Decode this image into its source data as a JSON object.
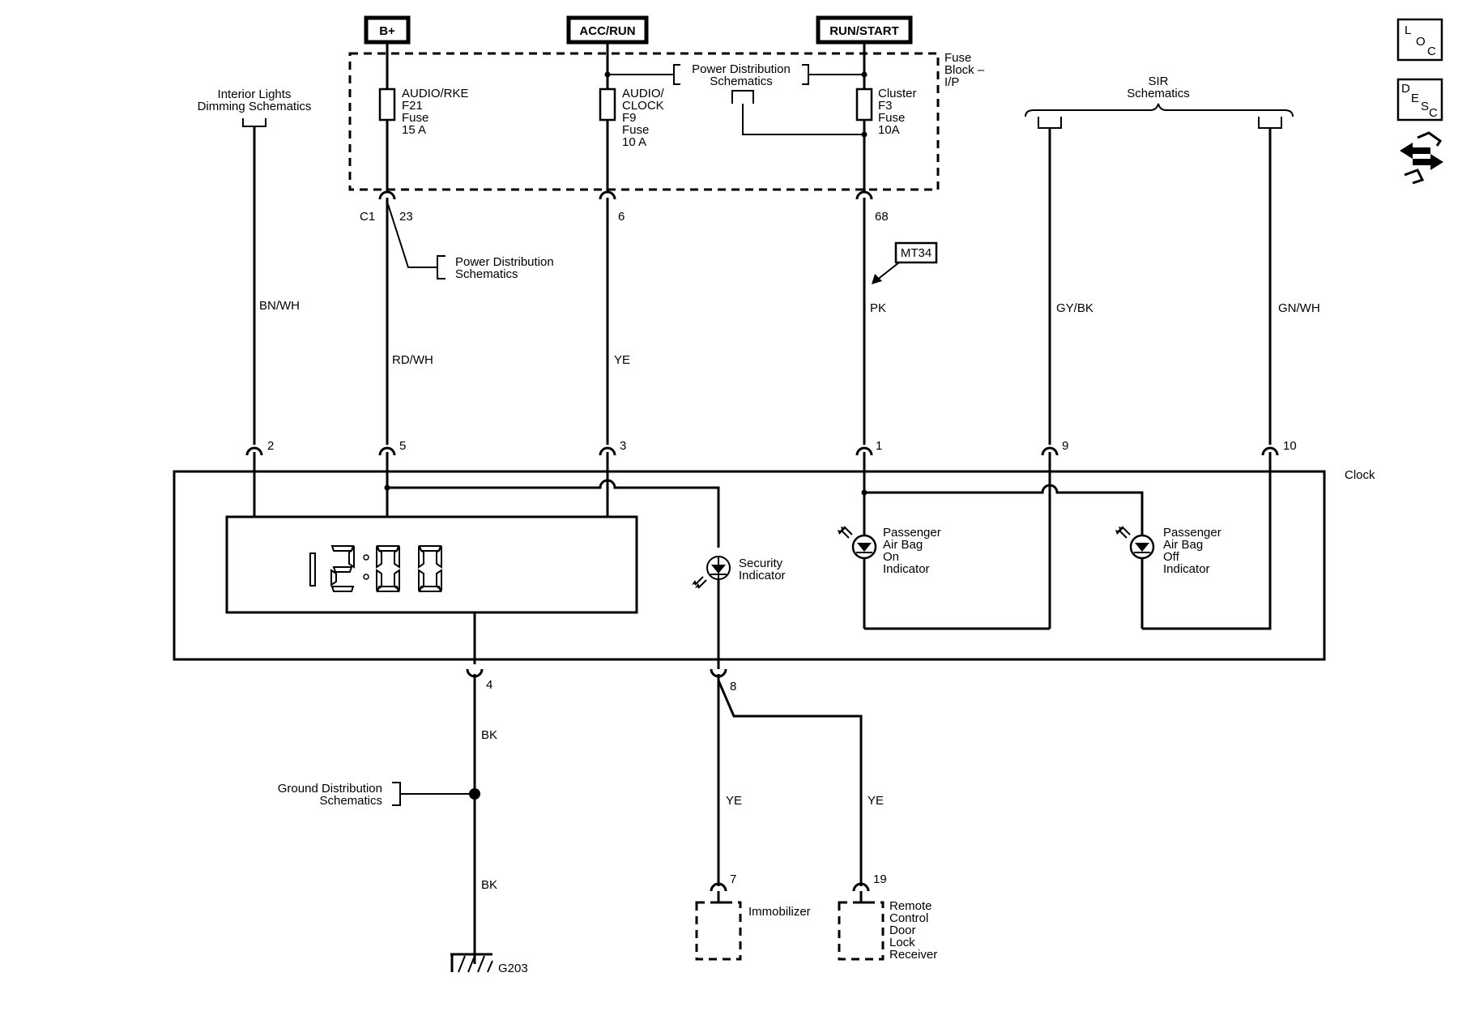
{
  "power_sources": {
    "bplus": "B+",
    "accrun": "ACC/RUN",
    "runstart": "RUN/START"
  },
  "fuse_block": {
    "line1": "Fuse",
    "line2": "Block –",
    "line3": "I/P"
  },
  "fuses": {
    "f21": [
      "AUDIO/RKE",
      "F21",
      "Fuse",
      "15 A"
    ],
    "f9": [
      "AUDIO/",
      "CLOCK",
      "F9",
      "Fuse",
      "10 A"
    ],
    "f3": [
      "Cluster",
      "F3",
      "Fuse",
      "10A"
    ]
  },
  "refs": {
    "pds_top": [
      "Power Distribution",
      "Schematics"
    ],
    "pds_mid": [
      "Power Distribution",
      "Schematics"
    ],
    "interior": [
      "Interior Lights",
      "Dimming Schematics"
    ],
    "sir": [
      "SIR",
      "Schematics"
    ],
    "ground": [
      "Ground Distribution",
      "Schematics"
    ]
  },
  "connector": {
    "c1": "C1"
  },
  "pins": {
    "p23": "23",
    "p6": "6",
    "p68": "68",
    "p2": "2",
    "p5": "5",
    "p3": "3",
    "p1": "1",
    "p9": "9",
    "p10": "10",
    "p4": "4",
    "p8": "8",
    "p7": "7",
    "p19": "19"
  },
  "wires": {
    "bnwh": "BN/WH",
    "rdwh": "RD/WH",
    "ye_top": "YE",
    "pk": "PK",
    "gybk": "GY/BK",
    "gnwh": "GN/WH",
    "bk1": "BK",
    "bk2": "BK",
    "ye_imm": "YE",
    "ye_rcdlr": "YE"
  },
  "mt34": "MT34",
  "clock_label": "Clock",
  "display_segments": "12:00",
  "security": [
    "Security",
    "Indicator"
  ],
  "air_on": [
    "Passenger",
    "Air Bag",
    "On",
    "Indicator"
  ],
  "air_off": [
    "Passenger",
    "Air Bag",
    "Off",
    "Indicator"
  ],
  "ground_label": "G203",
  "immobilizer": "Immobilizer",
  "rcdlr": [
    "Remote",
    "Control",
    "Door",
    "Lock",
    "Receiver"
  ],
  "side_icons": {
    "loc": {
      "letters": [
        "L",
        "O",
        "C"
      ],
      "icon": "location-icon"
    },
    "desc": {
      "letters": [
        "D",
        "E",
        "S",
        "C"
      ],
      "icon": "description-icon"
    },
    "nav": {
      "icon": "navigation-arrows-icon"
    }
  }
}
